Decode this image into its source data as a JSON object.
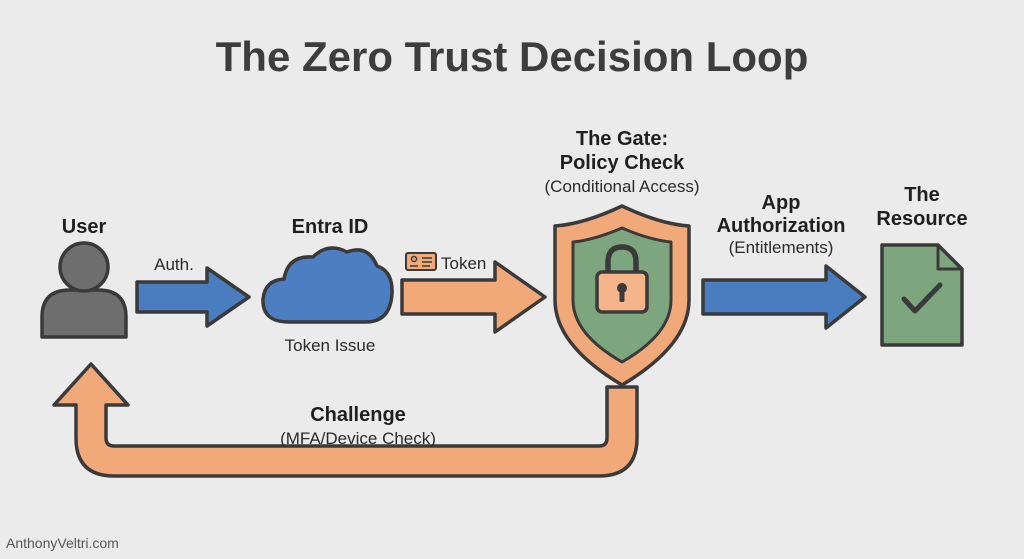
{
  "title": "The Zero Trust Decision Loop",
  "nodes": {
    "user": {
      "label": "User"
    },
    "entra": {
      "label": "Entra ID",
      "caption": "Token Issue"
    },
    "gate": {
      "label_line1": "The Gate:",
      "label_line2": "Policy Check",
      "caption": "(Conditional Access)"
    },
    "resource": {
      "label_line1": "The",
      "label_line2": "Resource"
    }
  },
  "edges": {
    "auth": {
      "label": "Auth."
    },
    "token": {
      "label": "Token",
      "icon": "token-ticket-icon"
    },
    "app_authorization": {
      "label_line1": "App",
      "label_line2": "Authorization",
      "caption": "(Entitlements)"
    },
    "challenge": {
      "label": "Challenge",
      "caption": "(MFA/Device Check)"
    }
  },
  "footer": {
    "credit": "AnthonyVeltri.com"
  },
  "colors": {
    "background": "#ebebeb",
    "blue_arrow": "#4a7cc0",
    "orange_arrow": "#f2a97a",
    "outline": "#3a3a3a",
    "user_gray": "#6e6e6e",
    "cloud_blue": "#4d7ec2",
    "shield_green": "#7ea67e",
    "shield_orange": "#f2a97a",
    "lock_orange": "#f5b48a",
    "resource_green": "#7ea67e"
  },
  "icons": [
    "user-icon",
    "cloud-icon",
    "shield-lock-icon",
    "document-check-icon",
    "token-ticket-icon"
  ]
}
